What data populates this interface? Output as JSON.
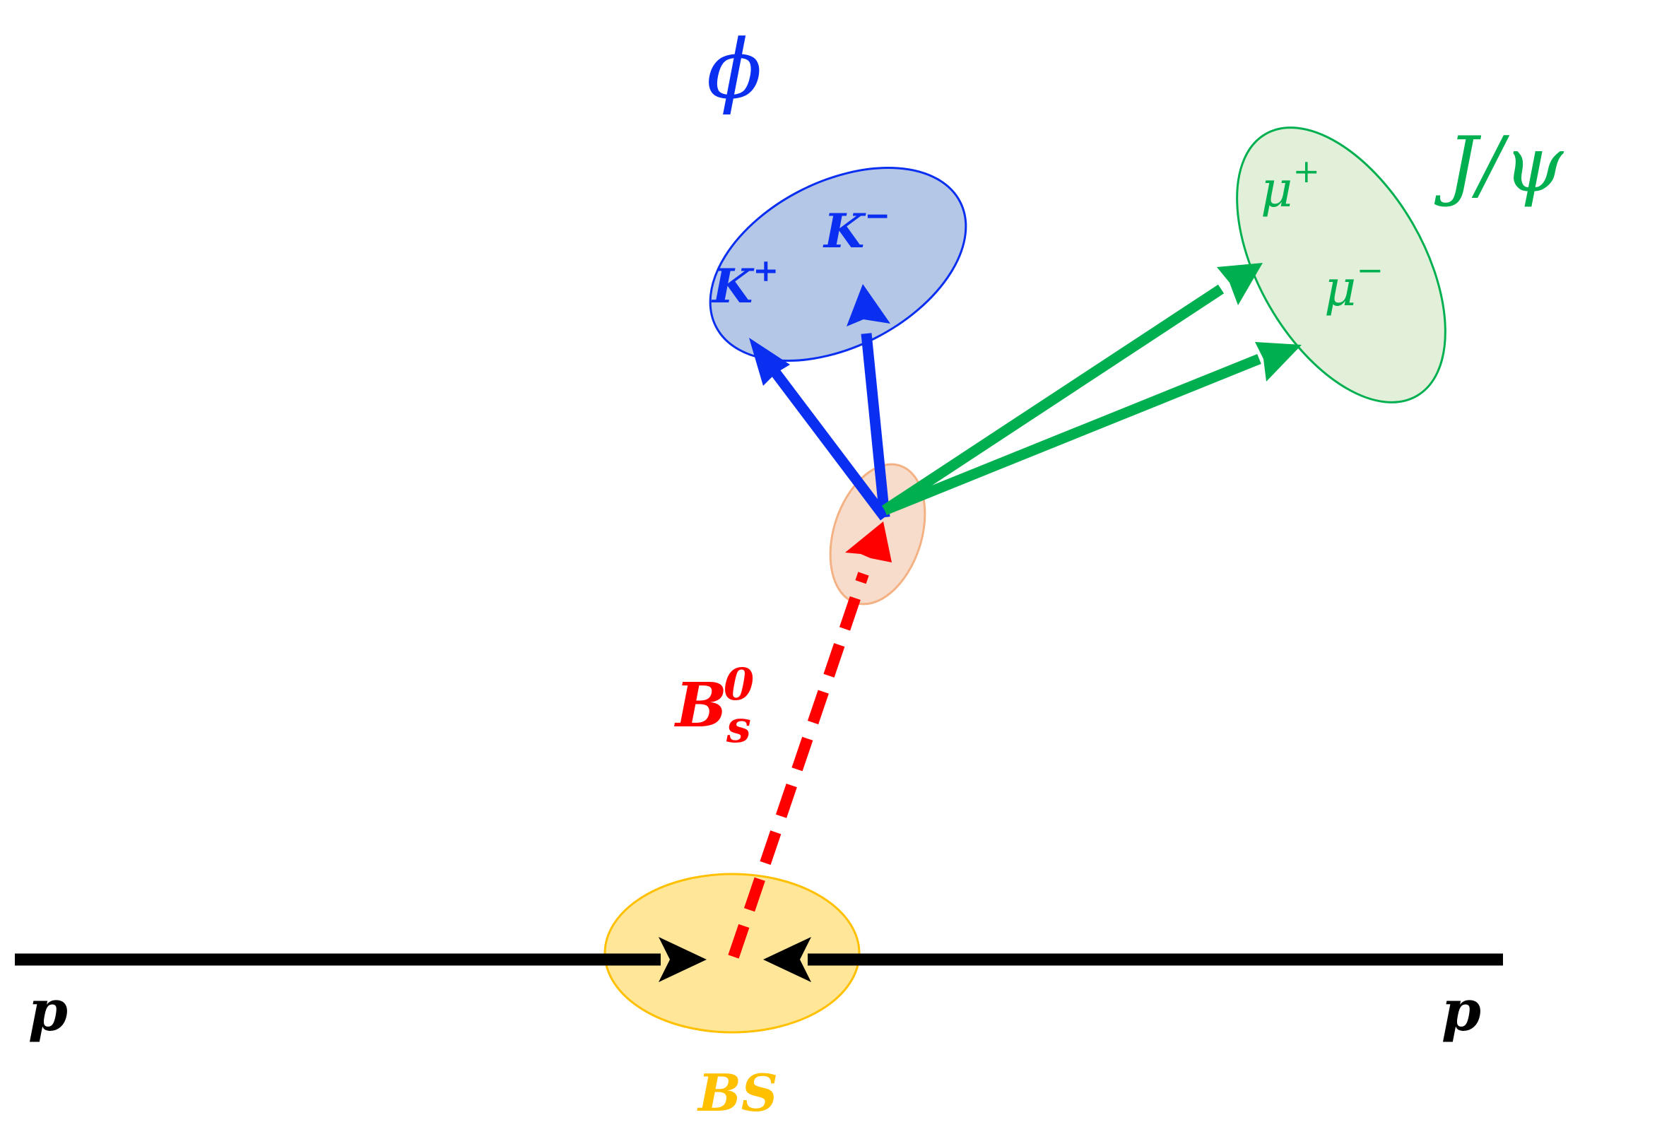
{
  "labels": {
    "phi": "ϕ",
    "jpsi": "J/ψ",
    "k_plus": "K",
    "k_plus_sup": "+",
    "k_minus": "K",
    "k_minus_sup": "−",
    "mu_plus": "μ",
    "mu_plus_sup": "+",
    "mu_minus": "μ",
    "mu_minus_sup": "−",
    "bs0_base": "B",
    "bs0_sup": "0",
    "bs0_sub": "s",
    "proton_left": "p",
    "proton_right": "p",
    "beam_spot": "BS"
  },
  "colors": {
    "kaon": "#0a2ff0",
    "kaon_fill": "#b4c7e7",
    "muon": "#00b050",
    "muon_fill": "#e2f0d9",
    "bs": "#ff0000",
    "vertex_fill": "#f8dccb",
    "vertex_stroke": "#f4b183",
    "beam_spot_fill": "#ffe699",
    "beam_spot_stroke": "#ffc000",
    "beam": "#000000"
  }
}
